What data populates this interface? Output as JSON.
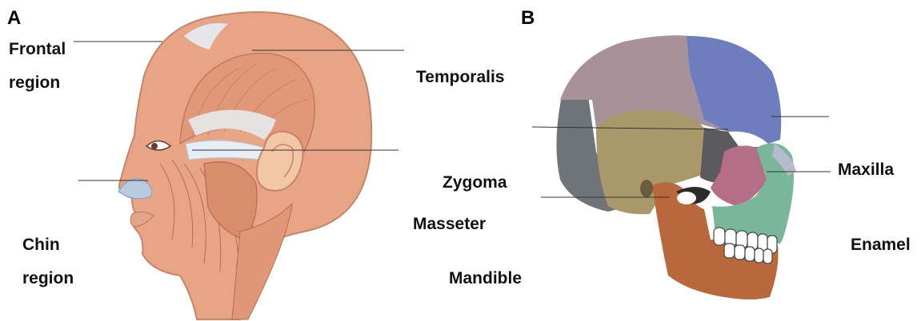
{
  "panels": {
    "a": "A",
    "b": "B"
  },
  "labels_a": {
    "frontal_1": "Frontal",
    "frontal_2": "region",
    "temporalis": "Temporalis",
    "zygoma": "Zygoma",
    "masseter": "Masseter",
    "chin_1": "Chin",
    "chin_2": "region",
    "mandible": "Mandible"
  },
  "labels_b": {
    "maxilla": "Maxilla",
    "enamel": "Enamel"
  },
  "colors": {
    "skin": "#e8a585",
    "skin_dark": "#d98d6c",
    "tendon": "#e6eef5",
    "muscle_line": "#b96a4f",
    "skull_parietal": "#a8929a",
    "skull_frontal": "#6d7dbd",
    "skull_occipital": "#6f7478",
    "skull_temporal": "#a9996a",
    "skull_sphenoid": "#5b5a5e",
    "skull_zygoma": "#b66d86",
    "skull_maxilla": "#79b69a",
    "skull_mandible": "#b9683e",
    "teeth": "#ffffff"
  }
}
